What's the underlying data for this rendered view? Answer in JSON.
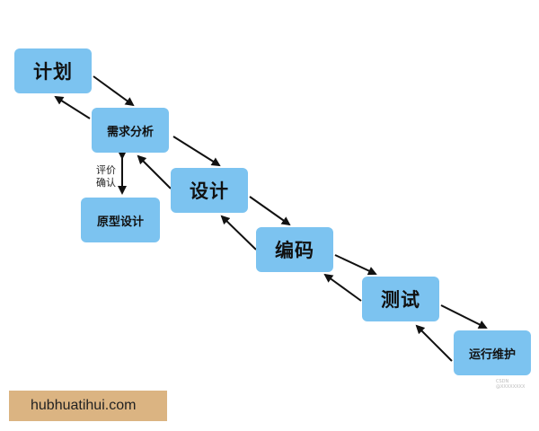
{
  "stages": {
    "plan": "计划",
    "analysis": "需求分析",
    "prototype": "原型设计",
    "design": "设计",
    "coding": "编码",
    "testing": "测试",
    "operations": "运行维护"
  },
  "annotations": {
    "review_line1": "评价",
    "review_line2": "确认",
    "watermark": "CSDN @XXXXXXXX"
  },
  "banner": {
    "text": "hubhuatihui.com"
  },
  "colors": {
    "box": "#7cc3f0",
    "arrow": "#111111",
    "banner": "#dbb482"
  }
}
